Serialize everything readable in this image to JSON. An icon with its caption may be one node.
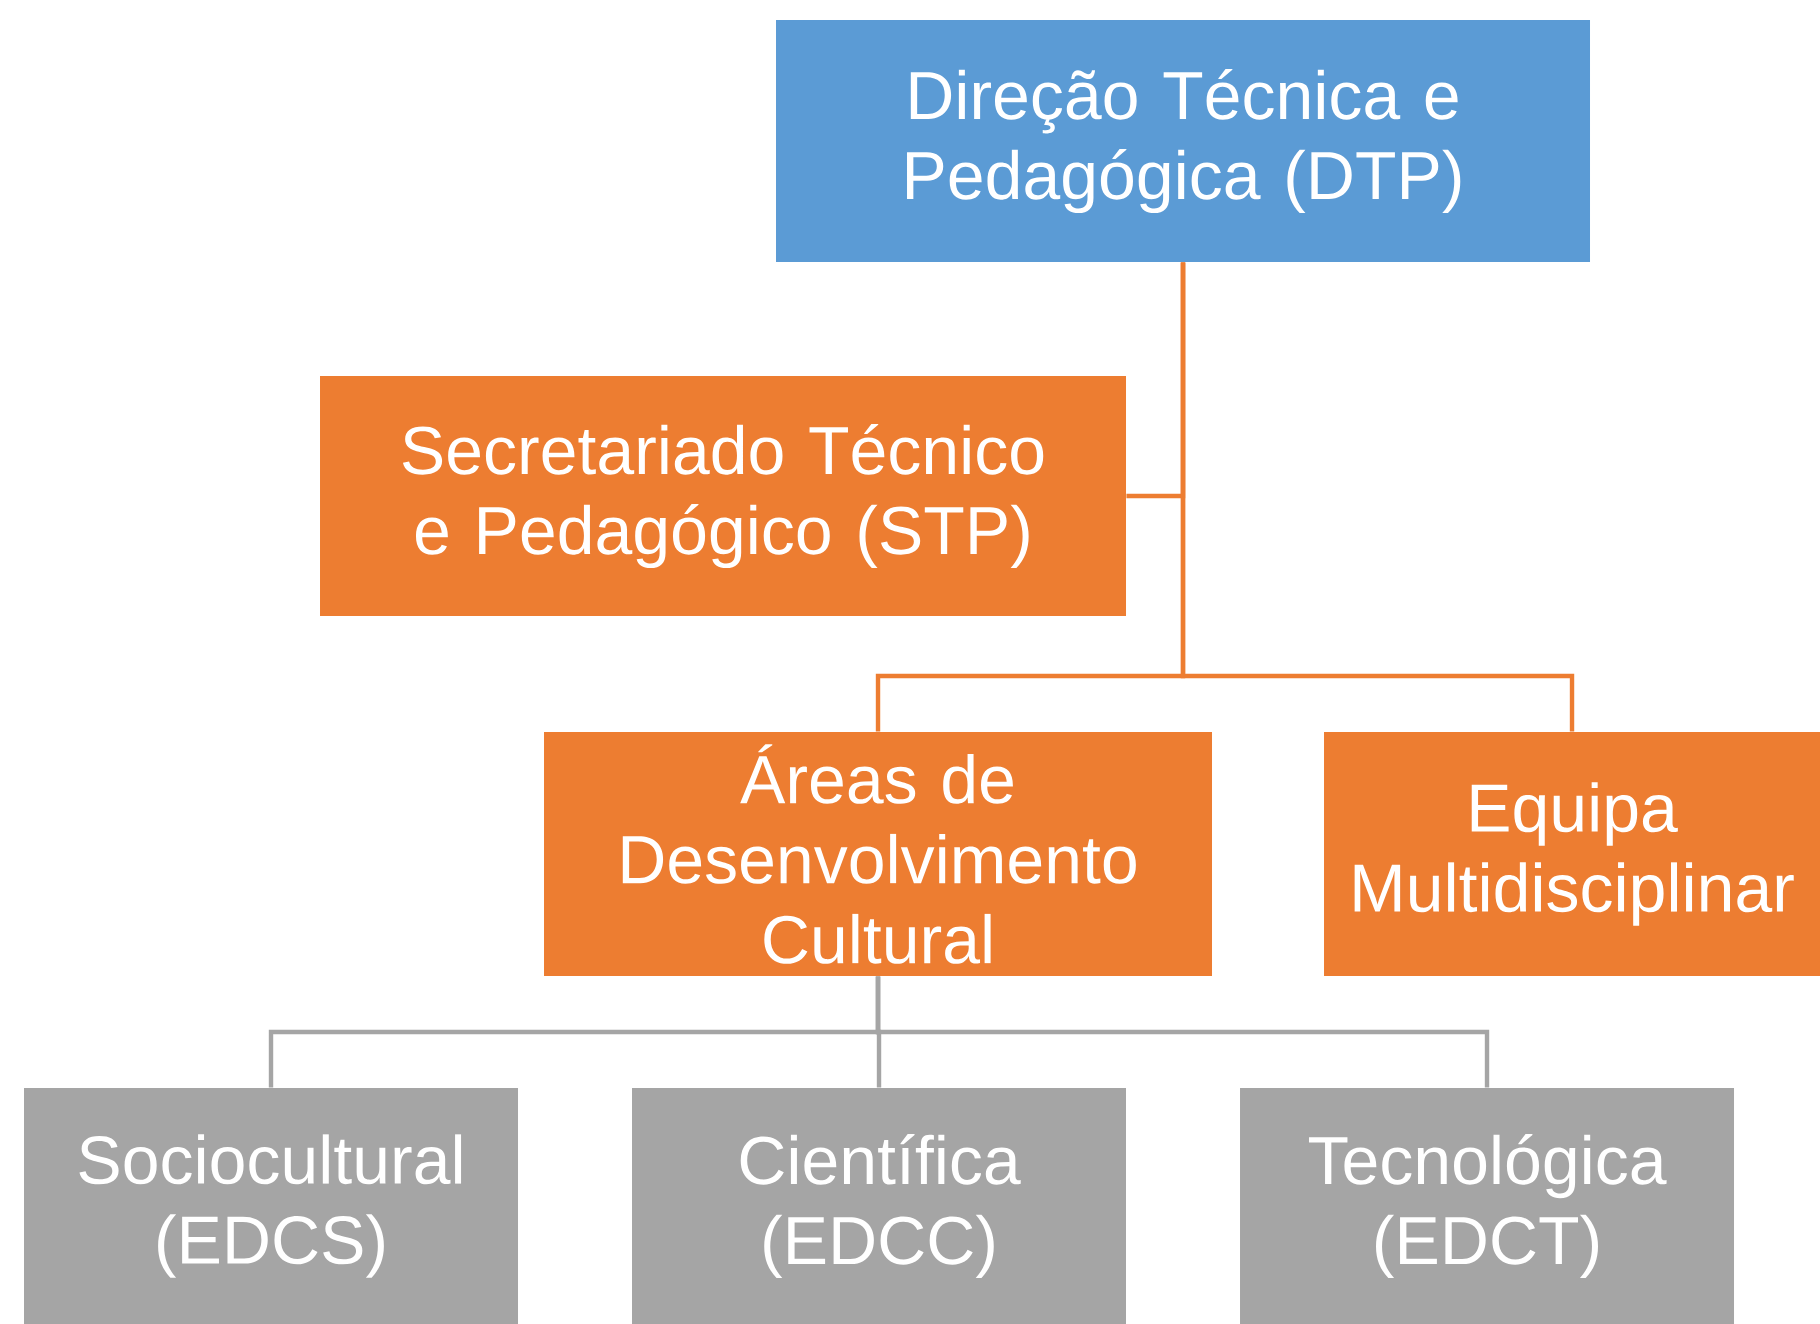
{
  "diagram": {
    "nodes": [
      {
        "text": [
          "Direção Técnica e Pedagógica (DTP)"
        ]
      },
      {
        "text": [
          "Secretariado Técnico e Pedagógico (STP)"
        ]
      },
      {
        "text": [
          "Áreas de Desenvolvimento Cultural"
        ]
      },
      {
        "text": [
          "Equipa Multidisciplinar"
        ]
      },
      {
        "text": [
          "Sociocultural (EDCS)"
        ]
      },
      {
        "text": [
          "Científica (EDCC)"
        ]
      },
      {
        "text": [
          "Tecnológica (EDCT)"
        ]
      }
    ],
    "edges": [
      {
        "from": 0,
        "to": 1,
        "arrow": "none"
      },
      {
        "from": 0,
        "to": 2,
        "arrow": "none"
      },
      {
        "from": 0,
        "to": 3,
        "arrow": "none"
      },
      {
        "from": 2,
        "to": 4,
        "arrow": "none",
        "color": "#a5a5a5"
      },
      {
        "from": 2,
        "to": 5,
        "arrow": "none",
        "color": "#a5a5a5"
      },
      {
        "from": 2,
        "to": 6,
        "arrow": "none",
        "color": "#a5a5a5"
      }
    ]
  }
}
